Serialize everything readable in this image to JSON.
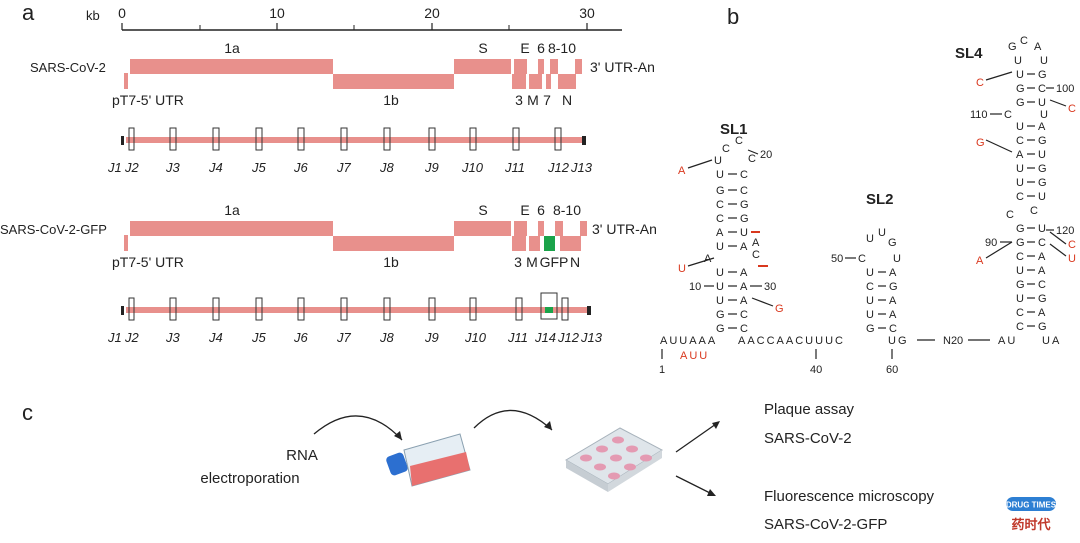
{
  "panels": {
    "a": "a",
    "b": "b",
    "c": "c"
  },
  "scale": {
    "unit": "kb",
    "ticks": [
      "0",
      "10",
      "20",
      "30"
    ]
  },
  "genome1": {
    "name": "SARS-CoV-2",
    "genes_top": [
      "1a",
      "S",
      "E",
      "6",
      "8-10"
    ],
    "genes_bottom": [
      "1b",
      "3",
      "M",
      "7",
      "N"
    ],
    "utr5": "pT7-5' UTR",
    "utr3": "3' UTR-An",
    "junctions": [
      "J1",
      "J2",
      "J3",
      "J4",
      "J5",
      "J6",
      "J7",
      "J8",
      "J9",
      "J10",
      "J11",
      "J12",
      "J13"
    ]
  },
  "genome2": {
    "name": "SARS-CoV-2-GFP",
    "genes_top": [
      "1a",
      "S",
      "E",
      "6",
      "8-10"
    ],
    "genes_bottom": [
      "1b",
      "3",
      "M",
      "GFP",
      "N"
    ],
    "utr5": "pT7-5' UTR",
    "utr3": "3' UTR-An",
    "junctions": [
      "J1",
      "J2",
      "J3",
      "J4",
      "J5",
      "J6",
      "J7",
      "J8",
      "J9",
      "J10",
      "J11",
      "J14",
      "J12",
      "J13"
    ]
  },
  "rna": {
    "stems": [
      "SL1",
      "SL2",
      "SL4"
    ],
    "sequence_segments": [
      "AUUAAA",
      "AACCAACUUUC",
      "UG",
      "N20",
      "AU",
      "UA"
    ],
    "mutation": "AUU",
    "positions": [
      "1",
      "10",
      "20",
      "30",
      "40",
      "50",
      "60",
      "90",
      "100",
      "110",
      "120"
    ]
  },
  "workflow": {
    "step1": [
      "RNA",
      "electroporation"
    ],
    "out1": [
      "Plaque assay",
      "SARS-CoV-2"
    ],
    "out2": [
      "Fluorescence microscopy",
      "SARS-CoV-2-GFP"
    ]
  },
  "watermark": {
    "top": "DRUG TIMES",
    "bottom": "药时代"
  },
  "colors": {
    "gene": "#e8908c",
    "gfp": "#1aa34a",
    "mutation": "#d9381e"
  }
}
